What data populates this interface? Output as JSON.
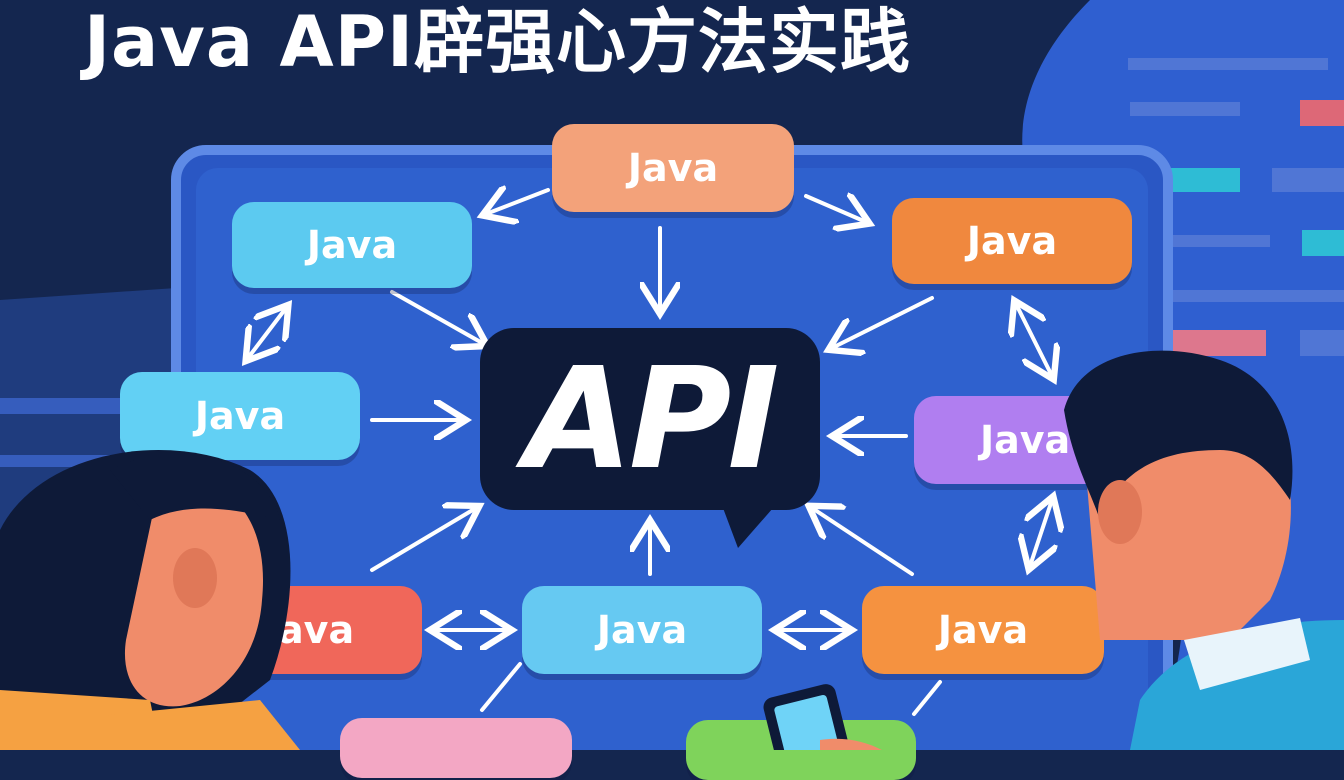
{
  "headline": "Java API辟强心方法实践",
  "center_label": "API",
  "nodes": [
    {
      "label": "Java",
      "color": "#f3a27a"
    },
    {
      "label": "Java",
      "color": "#5ccaf0"
    },
    {
      "label": "Java",
      "color": "#f0883e"
    },
    {
      "label": "Java",
      "color": "#62d0f4"
    },
    {
      "label": "Java",
      "color": "#b07ef0"
    },
    {
      "label": "Java",
      "color": "#f0675a"
    },
    {
      "label": "Java",
      "color": "#66c9f2"
    },
    {
      "label": "Java",
      "color": "#f59240"
    },
    {
      "label": "",
      "color": "#f3a7c4"
    },
    {
      "label": "",
      "color": "#7fd35b"
    }
  ],
  "colors": {
    "background": "#14264f",
    "panel": "#2a57c4",
    "bubble": "#0e1a38"
  }
}
